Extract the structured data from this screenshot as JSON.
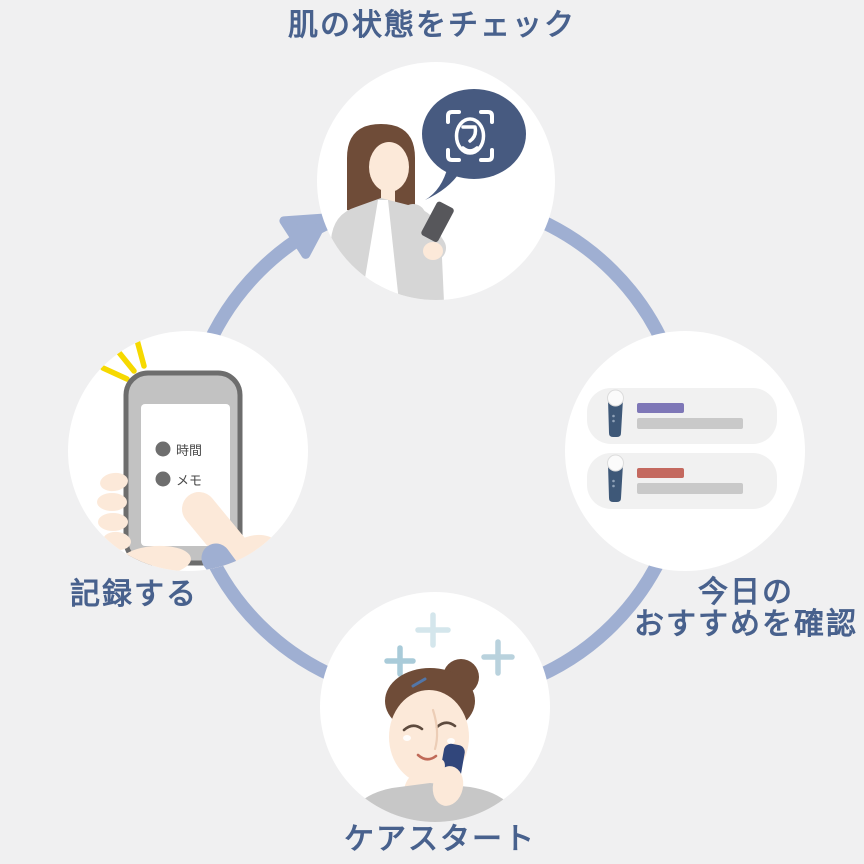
{
  "diagram": {
    "type": "cycle",
    "direction": "clockwise",
    "steps": [
      {
        "id": "skin-check",
        "position": "top",
        "label": "肌の状態をチェック"
      },
      {
        "id": "recommendation",
        "position": "right",
        "label_lines": [
          "今日の",
          "おすすめを確認"
        ]
      },
      {
        "id": "care-start",
        "position": "bottom",
        "label": "ケアスタート"
      },
      {
        "id": "record",
        "position": "left",
        "label": "記録する"
      }
    ],
    "record_phone_screen": {
      "items": [
        "時間",
        "メモ"
      ]
    },
    "colors": {
      "background": "#f0f0f1",
      "label_text": "#48618d",
      "cycle_arrow": "#9fafd2",
      "speech_bubble": "#475a80",
      "recommend_bar_purple": "#7e77b7",
      "recommend_bar_red": "#c4695f",
      "recommend_bar_gray": "#c9c9c9",
      "notify_yellow": "#f6d900",
      "product_bottle": "#3e5878",
      "skin": "#fce9d9",
      "hair": "#6f4c38"
    }
  }
}
